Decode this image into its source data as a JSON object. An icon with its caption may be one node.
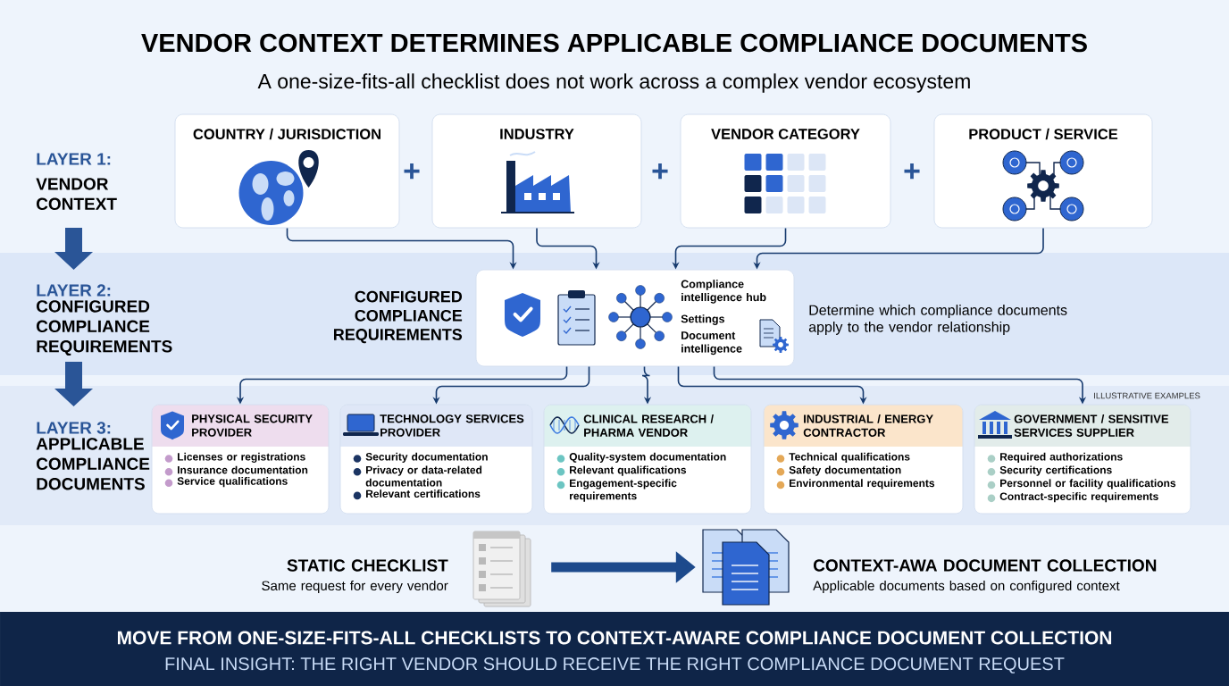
{
  "diagram": {
    "title": "VENDOR CONTEXT DETERMINES APPLICABLE COMPLIANCE DOCUMENTS",
    "nodes": [
      {
        "text": [
          "COUNTRY / JURISDICTION"
        ]
      },
      {
        "text": [
          "INDUSTRY"
        ]
      },
      {
        "text": [
          "VENDOR CATEGORY"
        ]
      },
      {
        "text": [
          "PRODUCT / SERVICE"
        ]
      },
      {
        "text": [
          "Compliance intelligence hub",
          "Settings",
          "Document intelligence"
        ],
        "beside": [
          "CONFIGURED COMPLIANCE REQUIREMENTS",
          "Determine which compliance documents apply to the vendor relationship"
        ]
      },
      {
        "text": [
          "PHYSICAL SECURITY PROVIDER",
          "Licenses or registrations",
          "Insurance documentation",
          "Service qualifications"
        ]
      },
      {
        "text": [
          "TECHNOLOGY SERVICES PROVIDER",
          "Security documentation",
          "Privacy or data-related documentation",
          "Relevant certifications"
        ]
      },
      {
        "text": [
          "CLINICAL RESEARCH / PHARMA VENDOR",
          "Quality-system documentation",
          "Relevant qualifications",
          "Engagement-specific requirements"
        ]
      },
      {
        "text": [
          "INDUSTRIAL / ENERGY CONTRACTOR",
          "Technical qualifications",
          "Safety documentation",
          "Environmental requirements"
        ]
      },
      {
        "text": [
          "GOVERNMENT / SENSITIVE SERVICES SUPPLIER",
          "Required authorizations",
          "Security certifications",
          "Personnel or facility qualifications",
          "Contract-specific requirements"
        ]
      },
      {
        "text": [],
        "shape": "picture",
        "beside": [
          "STATIC CHECKLIST",
          "Same request for every vendor"
        ]
      },
      {
        "text": [],
        "shape": "picture",
        "beside": [
          "CONTEXT-AWA DOCUMENT COLLECTION",
          "Applicable documents based on configured context"
        ]
      }
    ],
    "edges": [
      {
        "from": 0,
        "to": 4,
        "arrow": "to"
      },
      {
        "from": 1,
        "to": 4,
        "arrow": "to"
      },
      {
        "from": 2,
        "to": 4,
        "arrow": "to"
      },
      {
        "from": 3,
        "to": 4,
        "arrow": "to"
      },
      {
        "from": 4,
        "to": 5,
        "arrow": "to"
      },
      {
        "from": 4,
        "to": 6,
        "arrow": "to"
      },
      {
        "from": 4,
        "to": 7,
        "arrow": "to"
      },
      {
        "from": 4,
        "to": 8,
        "arrow": "to"
      },
      {
        "from": 4,
        "to": 9,
        "arrow": "to"
      },
      {
        "from": 10,
        "to": 11,
        "arrow": "to",
        "style": "thick",
        "color": "#1d4a8c"
      }
    ],
    "labels": [
      "A one-size-fits-all checklist does not work across a complex vendor ecosystem",
      "LAYER 1:",
      "VENDOR CONTEXT",
      "+",
      "+",
      "+",
      "LAYER 2:",
      "CONFIGURED COMPLIANCE REQUIREMENTS",
      "LAYER 3:",
      "APPLICABLE COMPLIANCE DOCUMENTS",
      "ILLUSTRATIVE EXAMPLES",
      "MOVE FROM ONE-SIZE-FITS-ALL CHECKLISTS TO CONTEXT-AWARE COMPLIANCE DOCUMENT COLLECTION",
      "FINAL INSIGHT: THE RIGHT VENDOR SHOULD RECEIVE THE RIGHT COMPLIANCE DOCUMENT REQUEST"
    ]
  }
}
